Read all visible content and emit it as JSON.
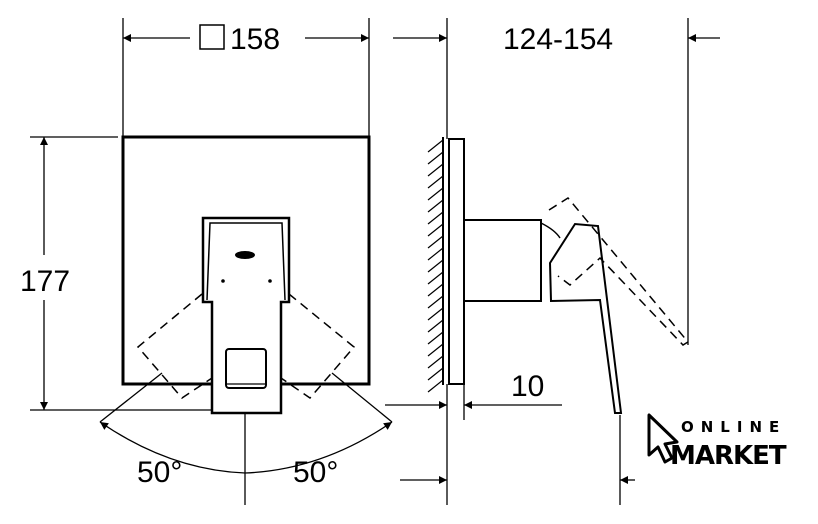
{
  "dimensions": {
    "width_label": "158",
    "depth_label": "124-154",
    "height_label": "177",
    "offset_label": "10",
    "angle_left_label": "50°",
    "angle_right_label": "50°"
  },
  "logo": {
    "line1": "ONLINE",
    "line2": "MARKET"
  }
}
